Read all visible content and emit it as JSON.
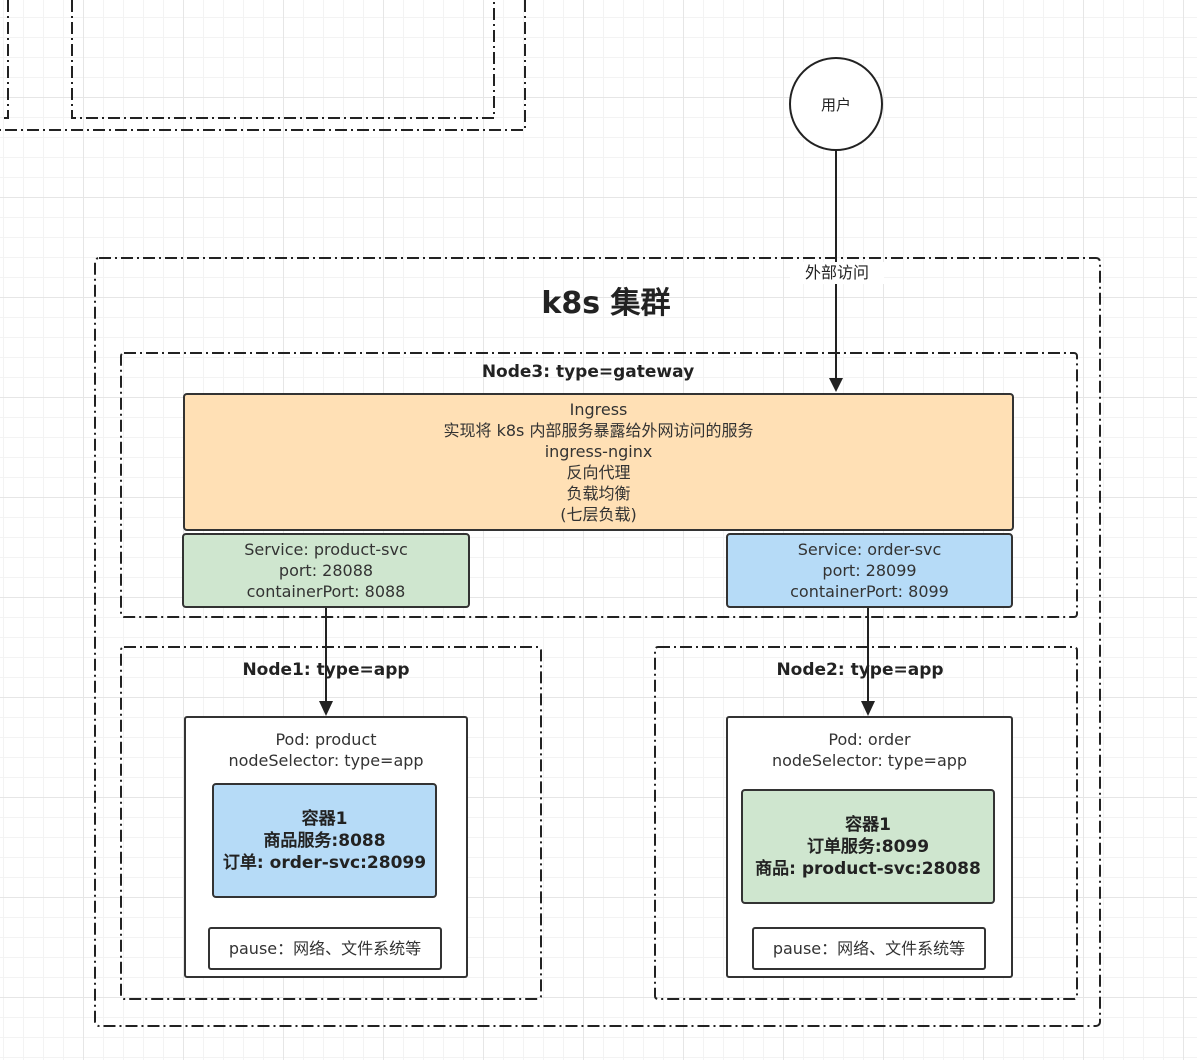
{
  "user": {
    "label": "用户"
  },
  "edge_label": "外部访问",
  "cluster": {
    "title": "k8s 集群"
  },
  "node3": {
    "title": "Node3: type=gateway",
    "ingress": {
      "lines": [
        "Ingress",
        "实现将 k8s 内部服务暴露给外网访问的服务",
        "ingress-nginx",
        "反向代理",
        "负载均衡",
        "(七层负载)"
      ],
      "color": "#ffe0b5"
    },
    "service_product": {
      "lines": [
        "Service: product-svc",
        "port: 28088",
        "containerPort: 8088"
      ],
      "color": "#cfe6cf"
    },
    "service_order": {
      "lines": [
        "Service: order-svc",
        "port: 28099",
        "containerPort: 8099"
      ],
      "color": "#b6dbf7"
    }
  },
  "node1": {
    "title": "Node1: type=app",
    "pod": {
      "lines": [
        "Pod: product",
        "nodeSelector: type=app"
      ]
    },
    "container": {
      "lines": [
        "容器1",
        "商品服务:8088",
        "订单: order-svc:28099"
      ],
      "color": "#b6dbf7"
    },
    "pause": "pause：网络、文件系统等"
  },
  "node2": {
    "title": "Node2: type=app",
    "pod": {
      "lines": [
        "Pod: order",
        "nodeSelector: type=app"
      ]
    },
    "container": {
      "lines": [
        "容器1",
        "订单服务:8099",
        "商品: product-svc:28088"
      ],
      "color": "#cfe6cf"
    },
    "pause": "pause：网络、文件系统等"
  }
}
